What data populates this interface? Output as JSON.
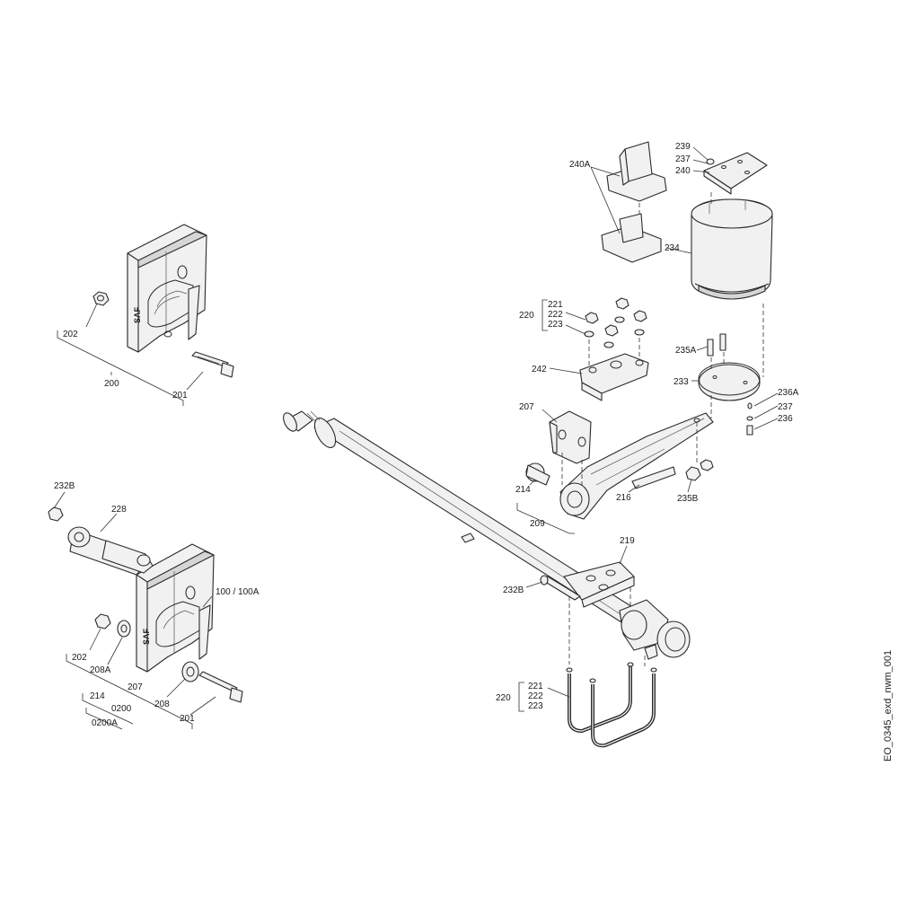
{
  "drawing_code": "EO_0345_exd_nwm_001",
  "labels": {
    "l200": "200",
    "l201a": "201",
    "l202a": "202",
    "l232b_a": "232B",
    "l228": "228",
    "l100": "100 / 100A",
    "l202b": "202",
    "l208a": "208A",
    "l207a": "207",
    "l208": "208",
    "l201b": "201",
    "l214a": "214",
    "l0200": "0200",
    "l0200a": "0200A",
    "l240a": "240A",
    "l239": "239",
    "l237a": "237",
    "l240": "240",
    "l234": "234",
    "l220a": "220",
    "l221a": "221",
    "l222a": "222",
    "l223a": "223",
    "l235a": "235A",
    "l242": "242",
    "l233": "233",
    "l236a": "236A",
    "l237b": "237",
    "l236": "236",
    "l207b": "207",
    "l214b": "214",
    "l216": "216",
    "l235b": "235B",
    "l209": "209",
    "l219": "219",
    "l232b_b": "232B",
    "l220b": "220",
    "l221b": "221",
    "l222b": "222",
    "l223b": "223"
  },
  "brand_mark": "SAF"
}
